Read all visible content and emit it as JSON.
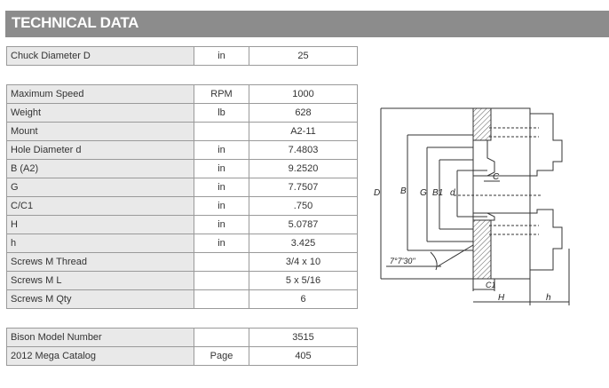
{
  "header": {
    "title": "TECHNICAL DATA"
  },
  "table_chuck": {
    "rows": [
      {
        "label": "Chuck Diameter D",
        "unit": "in",
        "value": "25"
      }
    ]
  },
  "table_specs": {
    "rows": [
      {
        "label": "Maximum Speed",
        "unit": "RPM",
        "value": "1000"
      },
      {
        "label": "Weight",
        "unit": "lb",
        "value": "628"
      },
      {
        "label": "Mount",
        "unit": "",
        "value": "A2-11"
      },
      {
        "label": "Hole Diameter d",
        "unit": "in",
        "value": "7.4803"
      },
      {
        "label": "B (A2)",
        "unit": "in",
        "value": "9.2520"
      },
      {
        "label": "G",
        "unit": "in",
        "value": "7.7507"
      },
      {
        "label": "C/C1",
        "unit": "in",
        "value": ".750"
      },
      {
        "label": "H",
        "unit": "in",
        "value": "5.0787"
      },
      {
        "label": "h",
        "unit": "in",
        "value": "3.425"
      },
      {
        "label": "Screws M Thread",
        "unit": "",
        "value": "3/4 x 10"
      },
      {
        "label": "Screws M L",
        "unit": "",
        "value": "5 x 5/16"
      },
      {
        "label": "Screws M Qty",
        "unit": "",
        "value": "6"
      }
    ]
  },
  "table_catalog": {
    "rows": [
      {
        "label": "Bison Model Number",
        "unit": "",
        "value": "3515"
      },
      {
        "label": "2012 Mega Catalog",
        "unit": "Page",
        "value": "405"
      }
    ]
  },
  "drawing": {
    "labels": {
      "D": "D",
      "B": "B",
      "G": "G",
      "B1": "B1",
      "d": "d",
      "C": "C",
      "C1": "C1",
      "H": "H",
      "h": "h",
      "angle": "7°7'30\""
    }
  }
}
